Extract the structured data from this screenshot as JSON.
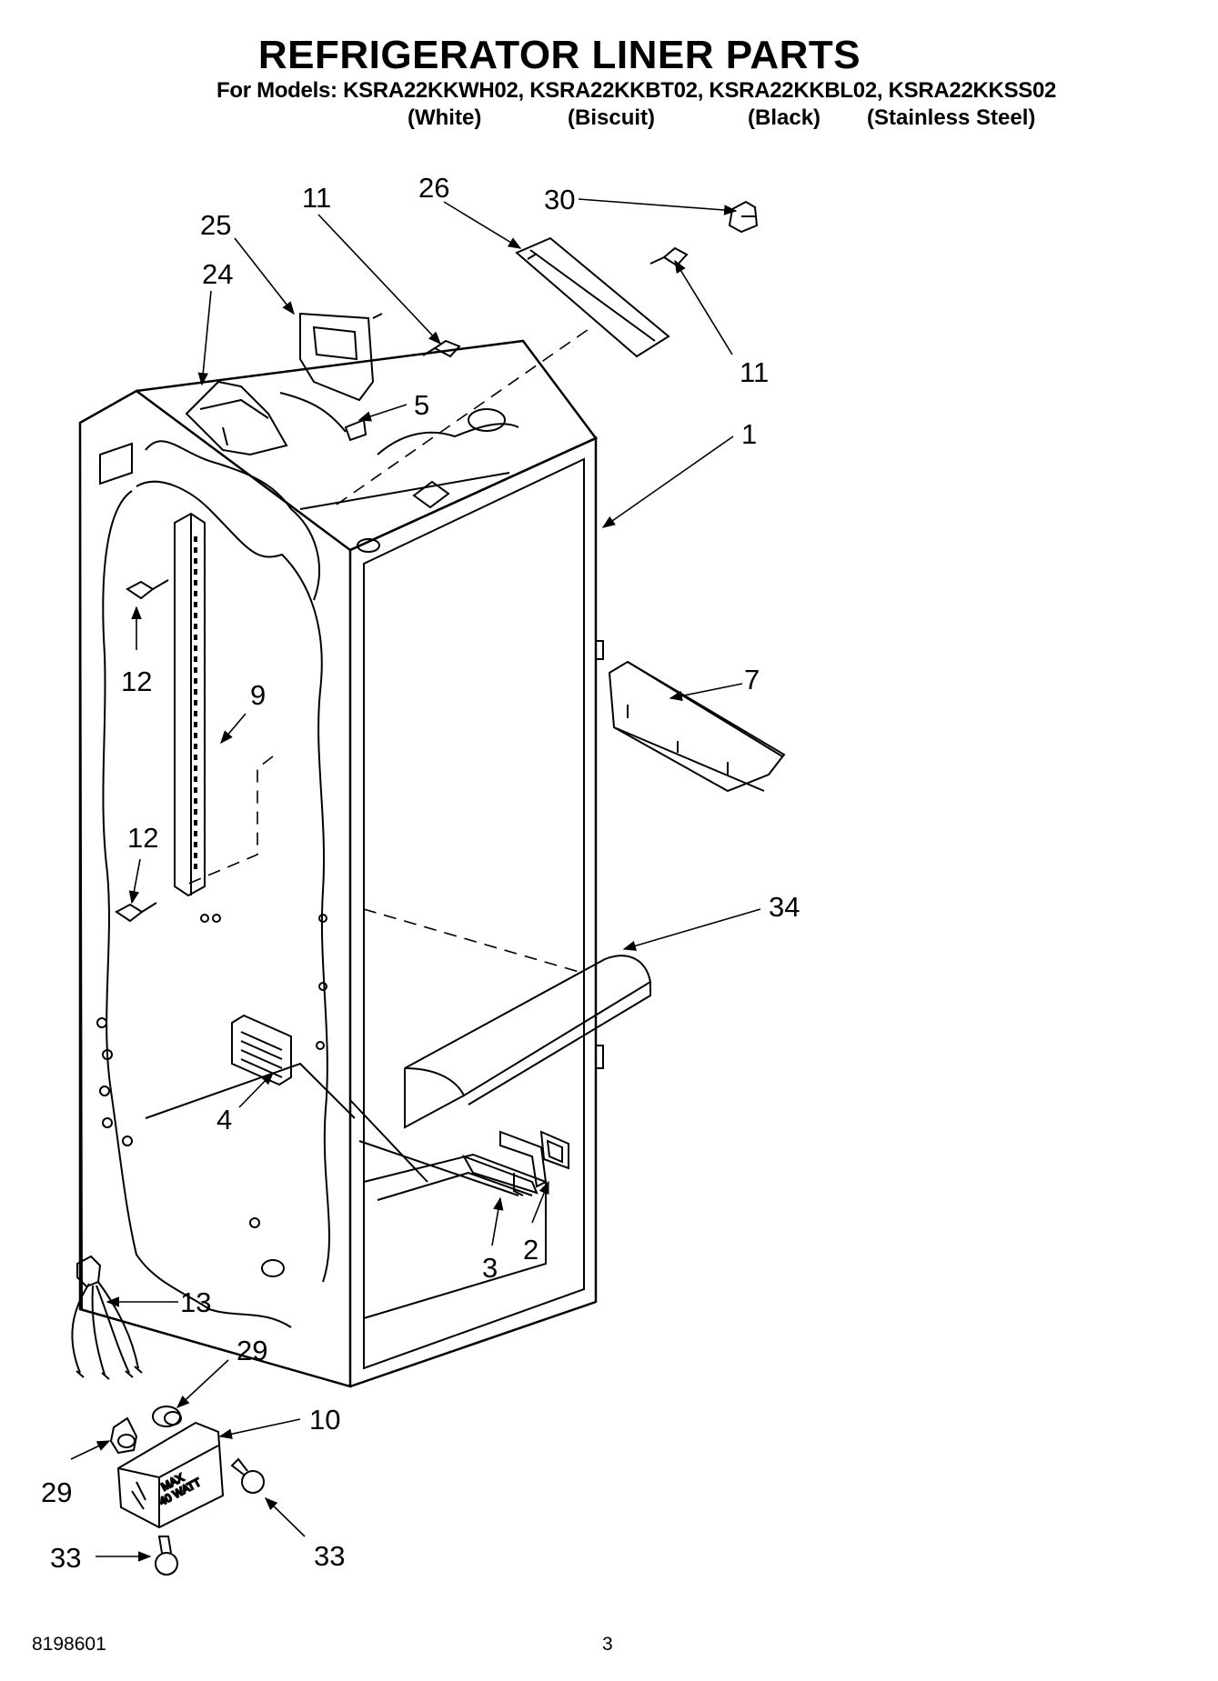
{
  "header": {
    "title": "REFRIGERATOR LINER PARTS",
    "models_line": "For Models: KSRA22KKWH02, KSRA22KKBT02, KSRA22KKBL02, KSRA22KKSS02",
    "variants": [
      "(White)",
      "(Biscuit)",
      "(Black)",
      "(Stainless Steel)"
    ]
  },
  "callouts": {
    "c1": "1",
    "c2": "2",
    "c3": "3",
    "c4": "4",
    "c5": "5",
    "c7": "7",
    "c9": "9",
    "c10": "10",
    "c11a": "11",
    "c11b": "11",
    "c12a": "12",
    "c12b": "12",
    "c13": "13",
    "c24": "24",
    "c25": "25",
    "c26": "26",
    "c29a": "29",
    "c29b": "29",
    "c30": "30",
    "c33a": "33",
    "c33b": "33",
    "c34": "34"
  },
  "part_markings": {
    "max": "MAX",
    "watt": "40 WATT"
  },
  "footer": {
    "doc_number": "8198601",
    "page_number": "3"
  }
}
